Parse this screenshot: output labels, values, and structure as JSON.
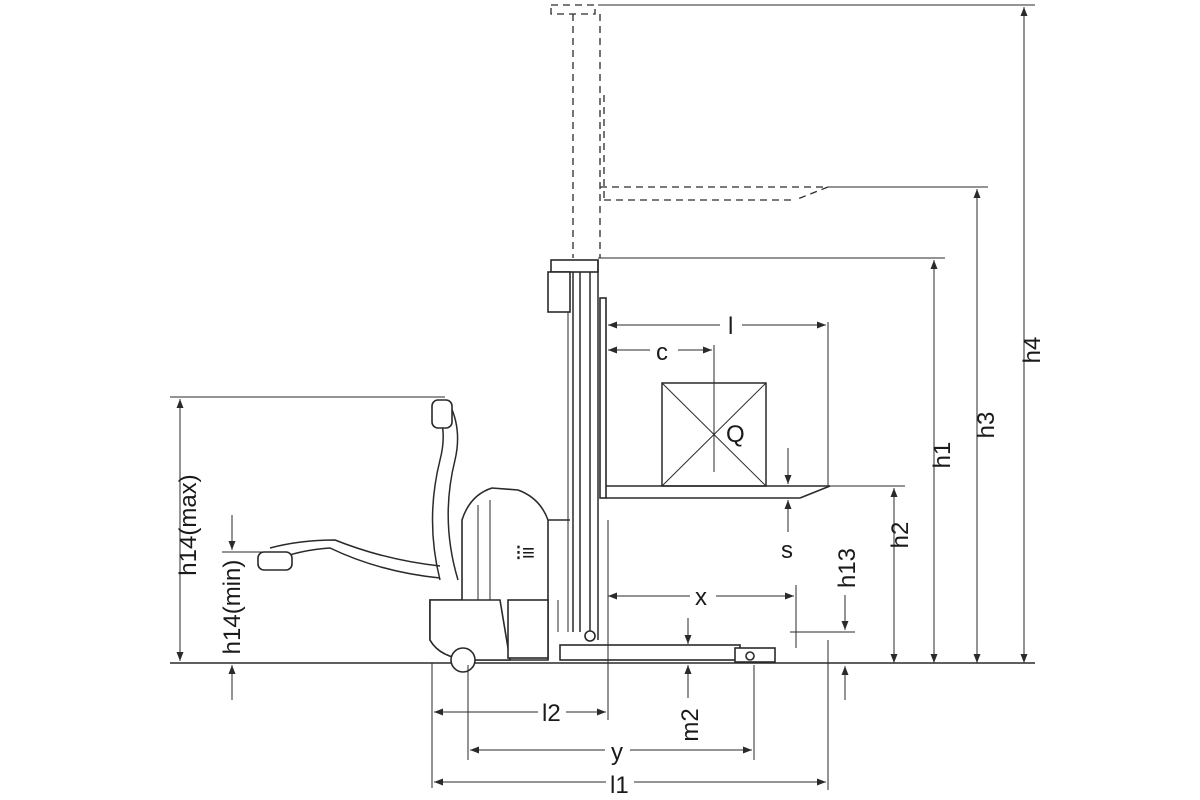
{
  "dimensions": {
    "h1": "h1",
    "h2": "h2",
    "h3": "h3",
    "h4": "h4",
    "h13": "h13",
    "h14_max": "h14(max)",
    "h14_min": "h14(min)",
    "s": "s",
    "c": "c",
    "l": "l",
    "x": "x",
    "l1": "l1",
    "l2": "l2",
    "y": "y",
    "m2": "m2"
  },
  "load_label": "Q",
  "colors": {
    "line": "#2a2a2a",
    "background": "#ffffff"
  }
}
